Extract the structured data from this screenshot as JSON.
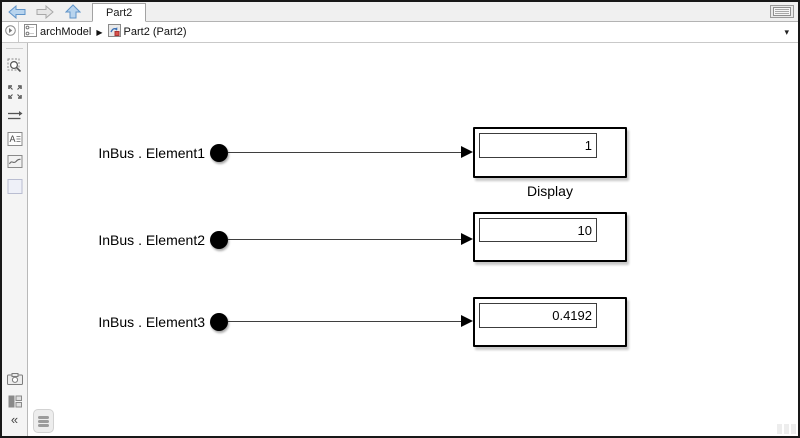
{
  "window": {
    "tab_title": "Part2",
    "colors": {
      "toolbar_bg": "#f0f0f0",
      "canvas_bg": "#ffffff",
      "block_border": "#000000",
      "nav_arrow_active": "#b8d4ee",
      "nav_arrow_active_stroke": "#5f94c9",
      "nav_arrow_disabled": "#e6e6e6",
      "nav_arrow_disabled_stroke": "#a8a8a8"
    }
  },
  "breadcrumb": {
    "separator": "▶",
    "dropdown_glyph": "▾",
    "items": [
      {
        "label": "archModel",
        "icon": "model-icon"
      },
      {
        "label": "Part2 (Part2)",
        "icon": "component-icon"
      }
    ]
  },
  "sidebar": {
    "icons": [
      "zoom-icon",
      "fit-to-view-icon",
      "route-lines-icon",
      "annotation-icon",
      "image-icon",
      "viewport-icon",
      "screenshot-icon",
      "model-browser-icon",
      "collapse-icon"
    ],
    "collapse_glyph": "«",
    "annotation_letter": "A"
  },
  "canvas": {
    "signals": [
      {
        "label": "InBus . Element1",
        "value": "1",
        "display_label": "Display"
      },
      {
        "label": "InBus . Element2",
        "value": "10",
        "display_label": ""
      },
      {
        "label": "InBus . Element3",
        "value": "0.4192",
        "display_label": ""
      }
    ]
  }
}
